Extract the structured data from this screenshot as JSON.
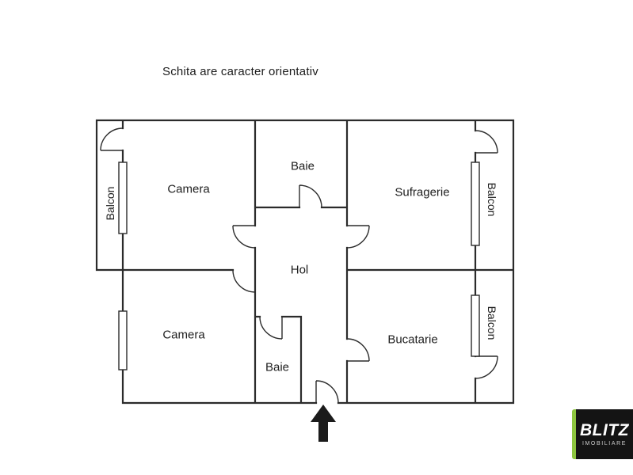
{
  "title": "Schita are caracter orientativ",
  "rooms": {
    "camera_top": "Camera",
    "baie_top": "Baie",
    "sufragerie": "Sufragerie",
    "hol": "Hol",
    "camera_bottom": "Camera",
    "baie_bottom": "Baie",
    "bucatarie": "Bucatarie",
    "balcon_left": "Balcon",
    "balcon_right_top": "Balcon",
    "balcon_right_bottom": "Balcon"
  },
  "icons": {
    "entrance": "arrow-up"
  },
  "logo": {
    "name": "BLITZ",
    "subtitle": "IMOBILIARE"
  },
  "colors": {
    "wall": "#2b2b2b",
    "text": "#202020",
    "logo_bg": "#141414",
    "logo_accent": "#8dc63f"
  }
}
